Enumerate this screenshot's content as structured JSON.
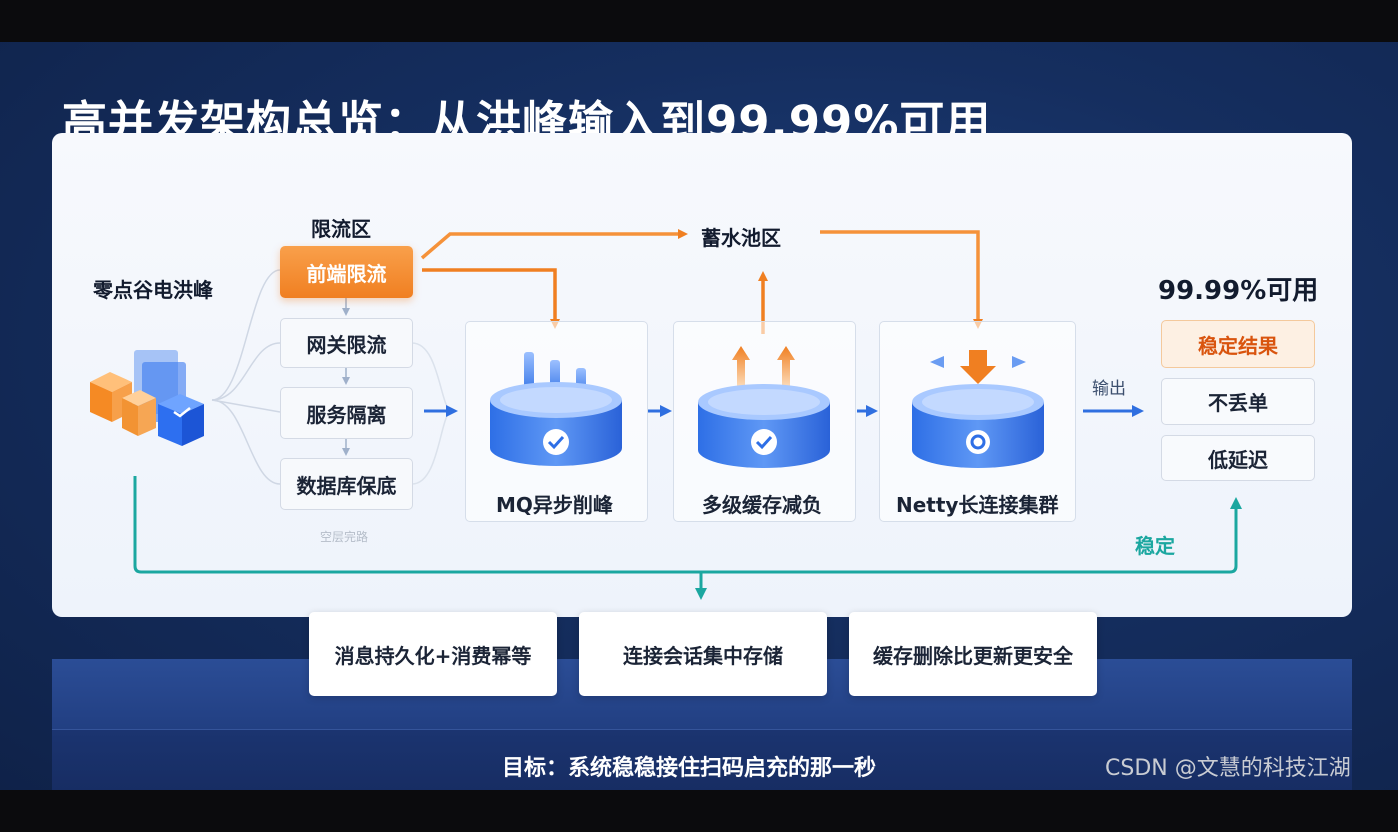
{
  "title": "高并发架构总览：从洪峰输入到99.99%可用",
  "source": {
    "label": "零点谷电洪峰",
    "icon": "server-cubes-icon"
  },
  "limit_zone": {
    "header": "限流区",
    "items": [
      "前端限流",
      "网关限流",
      "服务隔离",
      "数据库保底"
    ],
    "footnote": "空层完路"
  },
  "reservoir": {
    "label": "蓄水池区"
  },
  "stages": [
    {
      "label": "MQ异步削峰",
      "icon": "queue-cylinder-icon"
    },
    {
      "label": "多级缓存减负",
      "icon": "cache-cylinder-icon"
    },
    {
      "label": "Netty长连接集群",
      "icon": "cluster-cylinder-icon"
    }
  ],
  "output": {
    "arrow_label": "输出",
    "header": "99.99%可用",
    "results": [
      "稳定结果",
      "不丢单",
      "低延迟"
    ]
  },
  "feedback_label": "稳定",
  "guarantees": [
    "消息持久化+消费幂等",
    "连接会话集中存储",
    "缓存删除比更新更安全"
  ],
  "goal": "目标：系统稳稳接住扫码启充的那一秒",
  "watermark": "CSDN @文慧的科技江湖",
  "colors": {
    "accent_orange": "#f07f21",
    "accent_teal": "#1ba7a0",
    "accent_blue": "#2f6fe0",
    "slide_navy": "#152e5f"
  }
}
